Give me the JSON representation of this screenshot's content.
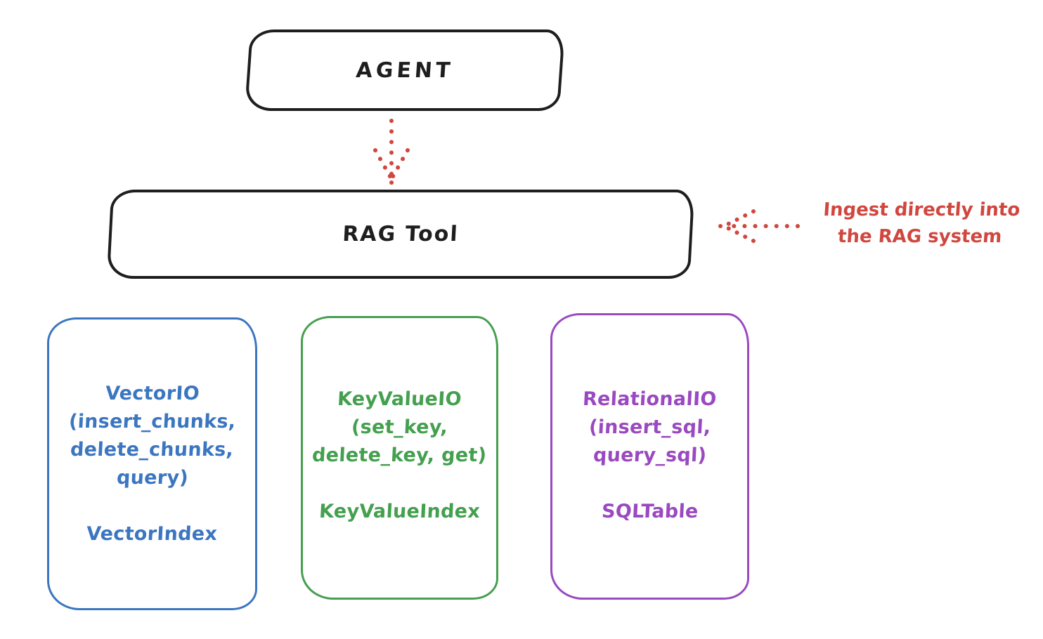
{
  "diagram": {
    "agent": {
      "label": "AGENT",
      "stroke_color": "#1e1e1e"
    },
    "rag_tool": {
      "label": "RAG Tool",
      "stroke_color": "#1e1e1e"
    },
    "annotation": {
      "lines": [
        "Ingest directly into",
        "the RAG system"
      ],
      "color": "#d0473f",
      "arrow": "dotted-arrow-left"
    },
    "agent_to_rag_arrow": {
      "style": "dotted",
      "direction": "down",
      "color": "#d0473f"
    },
    "cards": [
      {
        "id": "vector-io",
        "color": "#3b76c0",
        "lines": [
          "VectorIO",
          "(insert_chunks,",
          "delete_chunks,",
          "query)",
          "VectorIndex"
        ]
      },
      {
        "id": "keyvalue-io",
        "color": "#44a04f",
        "lines": [
          "KeyValueIO",
          "(set_key,",
          "delete_key, get)",
          "KeyValueIndex"
        ]
      },
      {
        "id": "relational-io",
        "color": "#9a49c0",
        "lines": [
          "RelationalIO",
          "(insert_sql,",
          "query_sql)",
          "SQLTable"
        ]
      }
    ]
  }
}
